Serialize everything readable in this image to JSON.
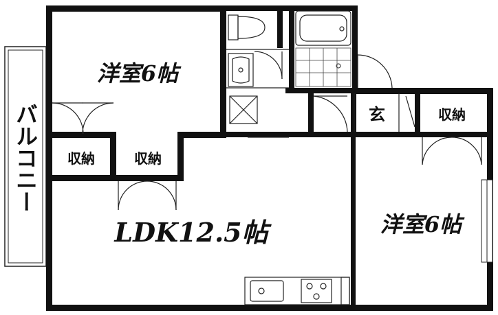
{
  "rooms": {
    "western_room_top": "洋室6帖",
    "western_room_right": "洋室6帖",
    "ldk": "LDK12.5帖",
    "entrance": "玄"
  },
  "storage": {
    "closet_left": "収納",
    "closet_middle": "収納",
    "closet_right": "収納"
  },
  "balcony": {
    "label": "バルコニー"
  },
  "colors": {
    "wall": "#111111",
    "line": "#222222",
    "background": "#ffffff"
  }
}
